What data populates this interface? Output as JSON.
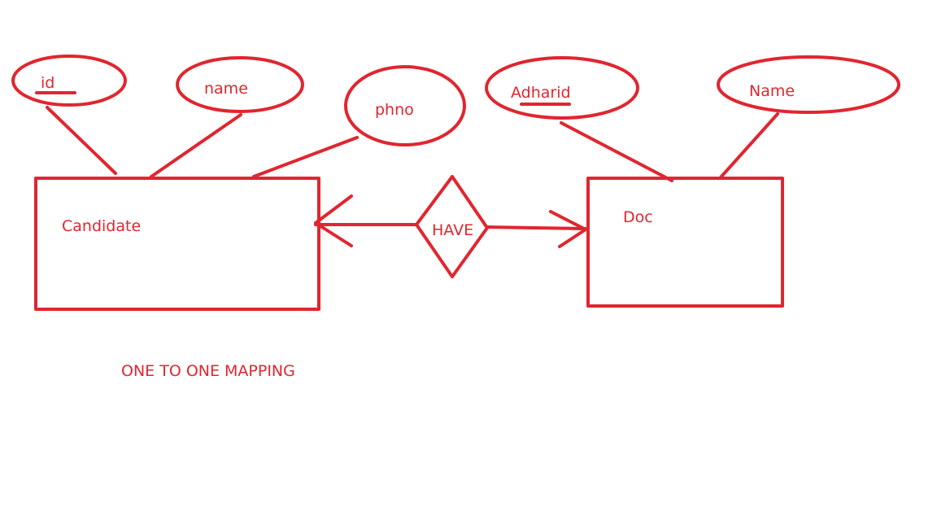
{
  "colors": {
    "ink": "#e0262f",
    "background": "#ffffff"
  },
  "entities": {
    "candidate": {
      "label": "Candidate"
    },
    "doc": {
      "label": "Doc"
    }
  },
  "relationship": {
    "label": "HAVE"
  },
  "attributes": {
    "id": {
      "label": "id",
      "key": true
    },
    "name": {
      "label": "name",
      "key": false
    },
    "phno": {
      "label": "phno",
      "key": false
    },
    "adharid": {
      "label": "Adharid",
      "key": true
    },
    "doc_name": {
      "label": "Name",
      "key": false
    }
  },
  "caption": "ONE TO ONE MAPPING"
}
